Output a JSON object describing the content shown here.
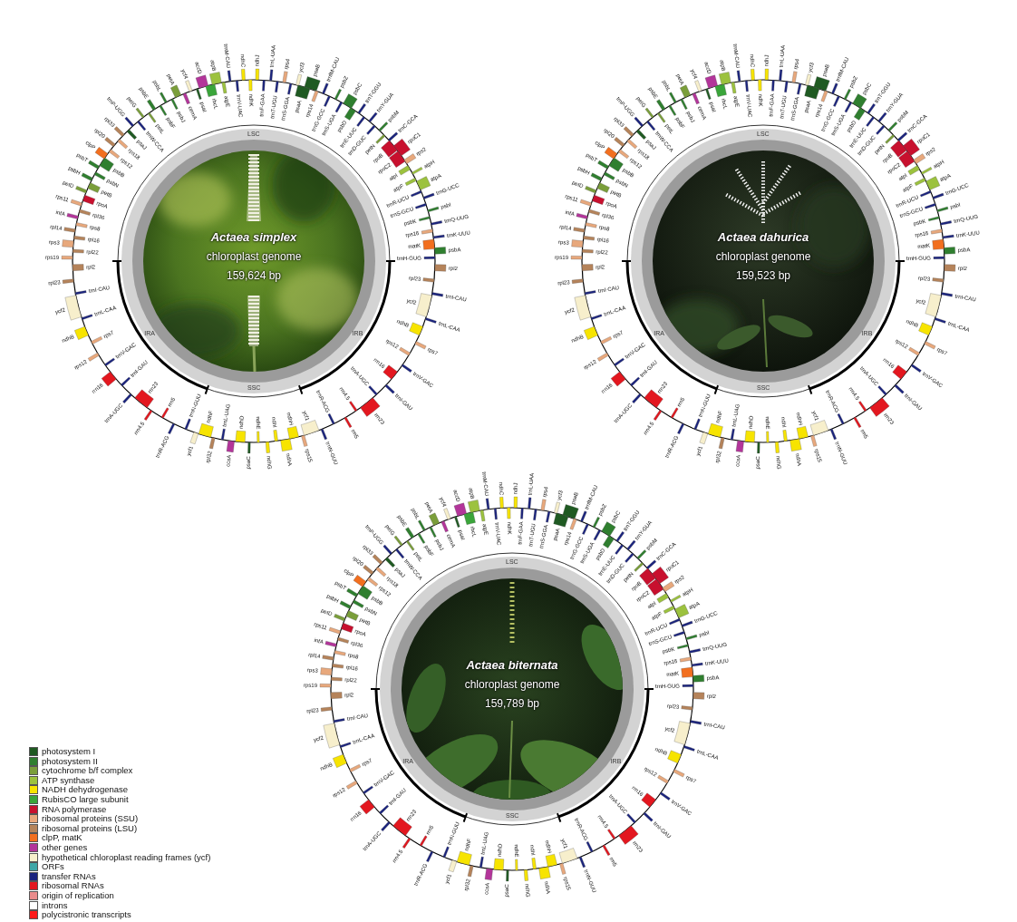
{
  "diagram": {
    "nodes": [
      {
        "text": [
          "Actaea simplex",
          "chloroplast genome",
          "159,624 bp"
        ]
      },
      {
        "text": [
          "Actaea dahurica",
          "chloroplast genome",
          "159,523 bp"
        ]
      },
      {
        "text": [
          "Actaea biternata",
          "chloroplast genome",
          "159,789 bp"
        ]
      }
    ],
    "labels": [
      "LSC",
      "IRB",
      "SSC",
      "IRA",
      "rps19",
      "rpl22",
      "rps3",
      "rpl16",
      "rpl14",
      "rps8",
      "infA",
      "rpl36",
      "rps11",
      "rpoA",
      "petD",
      "petB",
      "psbH",
      "psbN",
      "psbT",
      "psbB",
      "clpP",
      "rps12",
      "rpl20",
      "rps18",
      "rpl33",
      "psaJ",
      "trnP-UGG",
      "trnW-CCA",
      "petG",
      "petL",
      "psbE",
      "psbF",
      "psbL",
      "psbJ",
      "petA",
      "cemA",
      "ycf4",
      "psaI",
      "accD",
      "rbcL",
      "atpB",
      "atpE",
      "trnM-CAU",
      "trnV-UAC",
      "ndhC",
      "ndhK",
      "ndhJ",
      "trnF-GAA",
      "trnL-UAA",
      "trnT-UGU",
      "rps4",
      "trnS-GGA",
      "ycf3",
      "psaA",
      "psaB",
      "rps14",
      "trnfM-CAU",
      "trnG-GCC",
      "psbZ",
      "trnS-UGA",
      "psbC",
      "psbD",
      "trnT-GGU",
      "trnE-UUC",
      "trnY-GUA",
      "trnD-GUC",
      "psbM",
      "petN",
      "trnC-GCA",
      "rpoB",
      "rpoC1",
      "rpoC2",
      "rps2",
      "atpI",
      "atpH",
      "atpF",
      "atpA",
      "trnR-UCU",
      "trnG-UCC",
      "trnS-GCU",
      "psbI",
      "psbK",
      "trnQ-UUG",
      "rps16",
      "trnK-UUU",
      "matK",
      "psbA",
      "trnH-GUG",
      "rpl2",
      "rpl23",
      "trnI-CAU",
      "ycf2",
      "trnL-CAA",
      "ndhB",
      "rps7",
      "rps12",
      "trnV-GAC",
      "rrn16",
      "trnI-GAU",
      "trnA-UGC",
      "rrn23",
      "rrn4.5",
      "rrn5",
      "trnR-ACG",
      "trnN-GUU",
      "ycf1",
      "rps15",
      "ndhH",
      "ndhA",
      "ndhI",
      "ndhG",
      "ndhE",
      "psaC",
      "ndhD",
      "ccsA",
      "trnL-UAG",
      "rpl32",
      "ndhF",
      "ycf1",
      "trnN-GUU",
      "trnR-ACG",
      "rrn5",
      "rrn4.5",
      "rrn23",
      "trnA-UGC",
      "trnI-GAU",
      "rrn16",
      "trnV-GAC",
      "rps12",
      "rps7",
      "ndhB",
      "trnL-CAA",
      "ycf2",
      "trnI-CAU",
      "rpl23",
      "rpl2",
      "LSC",
      "IRB",
      "SSC",
      "IRA",
      "rps19",
      "rpl22",
      "rps3",
      "rpl16",
      "rpl14",
      "rps8",
      "infA",
      "rpl36",
      "rps11",
      "rpoA",
      "petD",
      "petB",
      "psbH",
      "psbN",
      "psbT",
      "psbB",
      "clpP",
      "rps12",
      "rpl20",
      "rps18",
      "rpl33",
      "psaJ",
      "trnP-UGG",
      "trnW-CCA",
      "petG",
      "petL",
      "psbE",
      "psbF",
      "psbL",
      "psbJ",
      "petA",
      "cemA",
      "ycf4",
      "psaI",
      "accD",
      "rbcL",
      "atpB",
      "atpE",
      "trnM-CAU",
      "trnV-UAC",
      "ndhC",
      "ndhK",
      "ndhJ",
      "trnF-GAA",
      "trnL-UAA",
      "trnT-UGU",
      "rps4",
      "trnS-GGA",
      "ycf3",
      "psaA",
      "psaB",
      "rps14",
      "trnfM-CAU",
      "trnG-GCC",
      "psbZ",
      "trnS-UGA",
      "psbC",
      "psbD",
      "trnT-GGU",
      "trnE-UUC",
      "trnY-GUA",
      "trnD-GUC",
      "psbM",
      "petN",
      "trnC-GCA",
      "rpoB",
      "rpoC1",
      "rpoC2",
      "rps2",
      "atpI",
      "atpH",
      "atpF",
      "atpA",
      "trnR-UCU",
      "trnG-UCC",
      "trnS-GCU",
      "psbI",
      "psbK",
      "trnQ-UUG",
      "rps16",
      "trnK-UUU",
      "matK",
      "psbA",
      "trnH-GUG",
      "rpl2",
      "rpl23",
      "trnI-CAU",
      "ycf2",
      "trnL-CAA",
      "ndhB",
      "rps7",
      "rps12",
      "trnV-GAC",
      "rrn16",
      "trnI-GAU",
      "trnA-UGC",
      "rrn23",
      "rrn4.5",
      "rrn5",
      "trnR-ACG",
      "trnN-GUU",
      "ycf1",
      "rps15",
      "ndhH",
      "ndhA",
      "ndhI",
      "ndhG",
      "ndhE",
      "psaC",
      "ndhD",
      "ccsA",
      "trnL-UAG",
      "rpl32",
      "ndhF",
      "ycf1",
      "trnN-GUU",
      "trnR-ACG",
      "rrn5",
      "rrn4.5",
      "rrn23",
      "trnA-UGC",
      "trnI-GAU",
      "rrn16",
      "trnV-GAC",
      "rps12",
      "rps7",
      "ndhB",
      "trnL-CAA",
      "ycf2",
      "trnI-CAU",
      "rpl23",
      "rpl2",
      "LSC",
      "IRB",
      "SSC",
      "IRA",
      "rps19",
      "rpl22",
      "rps3",
      "rpl16",
      "rpl14",
      "rps8",
      "infA",
      "rpl36",
      "rps11",
      "rpoA",
      "petD",
      "petB",
      "psbH",
      "psbN",
      "psbT",
      "psbB",
      "clpP",
      "rps12",
      "rpl20",
      "rps18",
      "rpl33",
      "psaJ",
      "trnP-UGG",
      "trnW-CCA",
      "petG",
      "petL",
      "psbE",
      "psbF",
      "psbL",
      "psbJ",
      "petA",
      "cemA",
      "ycf4",
      "psaI",
      "accD",
      "rbcL",
      "atpB",
      "atpE",
      "trnM-CAU",
      "trnV-UAC",
      "ndhC",
      "ndhK",
      "ndhJ",
      "trnF-GAA",
      "trnL-UAA",
      "trnT-UGU",
      "rps4",
      "trnS-GGA",
      "ycf3",
      "psaA",
      "psaB",
      "rps14",
      "trnfM-CAU",
      "trnG-GCC",
      "psbZ",
      "trnS-UGA",
      "psbC",
      "psbD",
      "trnT-GGU",
      "trnE-UUC",
      "trnY-GUA",
      "trnD-GUC",
      "psbM",
      "petN",
      "trnC-GCA",
      "rpoB",
      "rpoC1",
      "rpoC2",
      "rps2",
      "atpI",
      "atpH",
      "atpF",
      "atpA",
      "trnR-UCU",
      "trnG-UCC",
      "trnS-GCU",
      "psbI",
      "psbK",
      "trnQ-UUG",
      "rps16",
      "trnK-UUU",
      "matK",
      "psbA",
      "trnH-GUG",
      "rpl2",
      "rpl23",
      "trnI-CAU",
      "ycf2",
      "trnL-CAA",
      "ndhB",
      "rps7",
      "rps12",
      "trnV-GAC",
      "rrn16",
      "trnI-GAU",
      "trnA-UGC",
      "rrn23",
      "rrn4.5",
      "rrn5",
      "trnR-ACG",
      "trnN-GUU",
      "ycf1",
      "rps15",
      "ndhH",
      "ndhA",
      "ndhI",
      "ndhG",
      "ndhE",
      "psaC",
      "ndhD",
      "ccsA",
      "trnL-UAG",
      "rpl32",
      "ndhF",
      "ycf1",
      "trnN-GUU",
      "trnR-ACG",
      "rrn5",
      "rrn4.5",
      "rrn23",
      "trnA-UGC",
      "trnI-GAU",
      "rrn16",
      "trnV-GAC",
      "rps12",
      "rps7",
      "ndhB",
      "trnL-CAA",
      "ycf2",
      "trnI-CAU",
      "rpl23",
      "rpl2"
    ],
    "legend": [
      {
        "text": "photosystem I",
        "color": "#1f5a22"
      },
      {
        "text": "photosystem II",
        "color": "#2f7f2f"
      },
      {
        "text": "cytochrome b/f complex",
        "color": "#7a9e3a"
      },
      {
        "text": "ATP synthase",
        "color": "#9cc23e"
      },
      {
        "text": "NADH dehydrogenase",
        "color": "#f7e400"
      },
      {
        "text": "RubisCO large subunit",
        "color": "#3aa53a"
      },
      {
        "text": "RNA polymerase",
        "color": "#c8102e"
      },
      {
        "text": "ribosomal proteins (SSU)",
        "color": "#e8a87c"
      },
      {
        "text": "ribosomal proteins (LSU)",
        "color": "#b5835a"
      },
      {
        "text": "clpP, matK",
        "color": "#f26f1f"
      },
      {
        "text": "other genes",
        "color": "#b3359a"
      },
      {
        "text": "hypothetical chloroplast reading frames (ycf)",
        "color": "#f7efcc"
      },
      {
        "text": "ORFs",
        "color": "#3fa7a7"
      },
      {
        "text": "transfer RNAs",
        "color": "#1a237e"
      },
      {
        "text": "ribosomal RNAs",
        "color": "#e3171f"
      },
      {
        "text": "origin of replication",
        "color": "#e98b8b"
      },
      {
        "text": "introns",
        "color": "#ffffff"
      },
      {
        "text": "polycistronic transcripts",
        "color": "#ff1a1a"
      }
    ]
  }
}
